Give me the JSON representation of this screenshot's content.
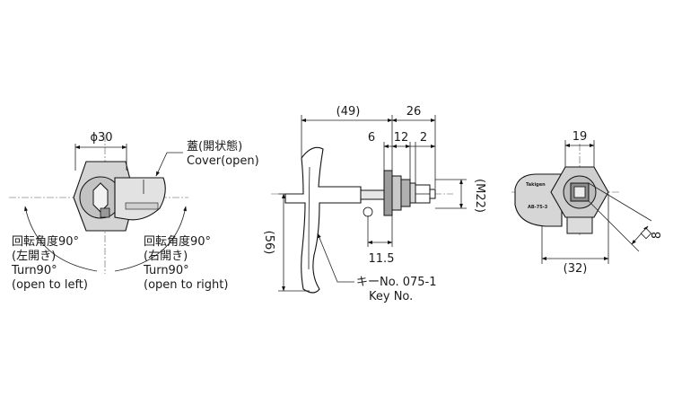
{
  "left_view": {
    "dia_label": "ϕ30",
    "cover_label_jp": "蓋(開状態)",
    "cover_label_en": "Cover(open)",
    "left_turn_jp1": "回転角度90°",
    "left_turn_jp2": "(左開き)",
    "left_turn_en1": "Turn90°",
    "left_turn_en2": "(open to left)",
    "right_turn_jp1": "回転角度90°",
    "right_turn_jp2": "(右開き)",
    "right_turn_en1": "Turn90°",
    "right_turn_en2": "(open to right)"
  },
  "side_view": {
    "dim_49": "(49)",
    "dim_26": "26",
    "dim_6": "6",
    "dim_12": "12",
    "dim_2": "2",
    "dim_m22": "(M22)",
    "dim_11_5": "11.5",
    "dim_56": "(56)",
    "key_label_jp": "キーNo. 075-1",
    "key_label_en": "Key No."
  },
  "right_view": {
    "dim_19": "19",
    "dim_32": "(32)",
    "dim_8": "8",
    "plate_text_1": "Takigen",
    "plate_text_2": "AB-75-3"
  },
  "colors": {
    "body_fill": "#d4d4d4",
    "body_dark": "#a6a6a6",
    "line": "#111111"
  }
}
